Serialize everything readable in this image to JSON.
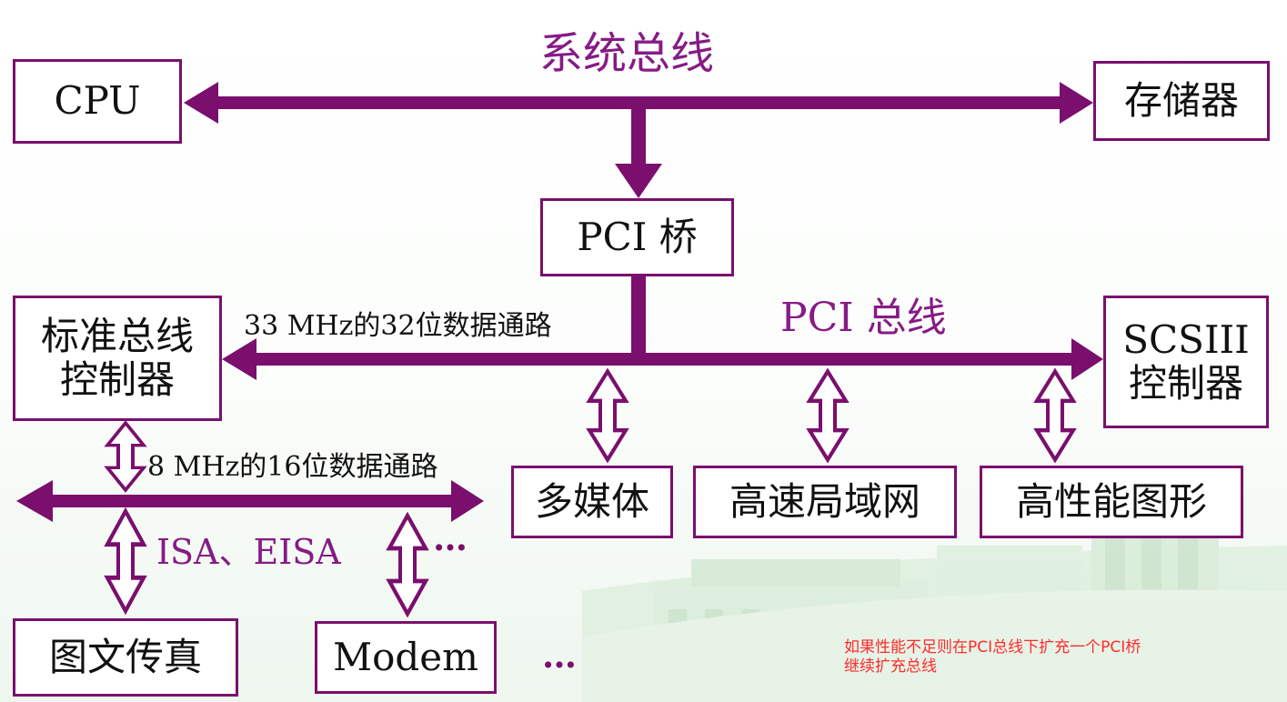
{
  "diagram": {
    "system_bus": "系统总线",
    "cpu": "CPU",
    "memory": "存储器",
    "pci_bridge": "PCI 桥",
    "pci_bus": "PCI 总线",
    "std_bus_ctrl": [
      "标准总线",
      "控制器"
    ],
    "scsi_ctrl": [
      "SCSIII",
      "控制器"
    ],
    "path_33": "33 MHz的32位数据通路",
    "path_8": "8 MHz的16位数据通路",
    "multimedia": "多媒体",
    "lan": "高速局域网",
    "graphics": "高性能图形",
    "isa_label": "ISA、EISA",
    "dots_top": "…",
    "fax": "图文传真",
    "modem": "Modem",
    "dots_bottom": "…",
    "note": [
      "如果性能不足则在PCI总线下扩充一个PCI桥",
      "继续扩充总线"
    ]
  },
  "colors": {
    "bus": "#7a0f6e",
    "title": "#861b86",
    "note": "#ff2a2a"
  }
}
